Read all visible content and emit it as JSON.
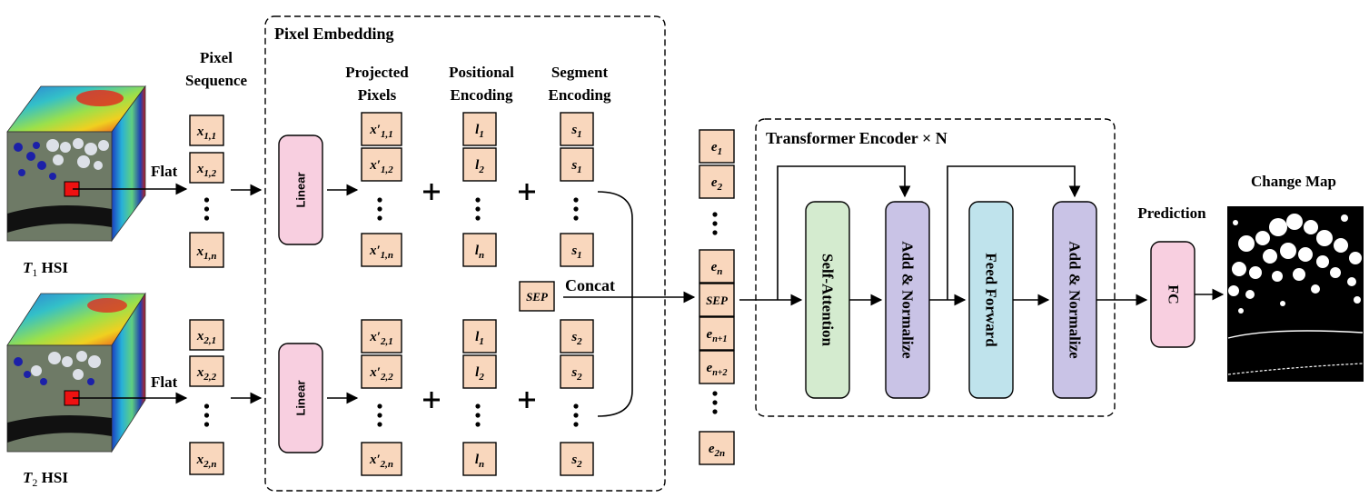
{
  "title": "",
  "labels": {
    "pixel_sequence": [
      "Pixel",
      "Sequence"
    ],
    "pixel_embedding": "Pixel Embedding",
    "projected_pixels": [
      "Projected",
      "Pixels"
    ],
    "positional_encoding": [
      "Positional",
      "Encoding"
    ],
    "segment_encoding": [
      "Segment",
      "Encoding"
    ],
    "flat": "Flat",
    "concat": "Concat",
    "t1_hsi": [
      "T",
      "1",
      " HSI"
    ],
    "t2_hsi": [
      "T",
      "2",
      " HSI"
    ],
    "transformer_encoder": "Transformer Encoder × N",
    "prediction": "Prediction",
    "change_map": "Change Map"
  },
  "blocks": {
    "linear": "Linear",
    "self_attention": "Self-Attention",
    "add_normalize": "Add & Normalize",
    "feed_forward": "Feed Forward",
    "fc": "FC"
  },
  "tokens": {
    "seq1": [
      [
        "x",
        "1,1"
      ],
      [
        "x",
        "1,2"
      ],
      [
        "x",
        "1,n"
      ]
    ],
    "seq2": [
      [
        "x",
        "2,1"
      ],
      [
        "x",
        "2,2"
      ],
      [
        "x",
        "2,n"
      ]
    ],
    "proj1": [
      [
        "x′",
        "1,1"
      ],
      [
        "x′",
        "1,2"
      ],
      [
        "x′",
        "1,n"
      ]
    ],
    "proj2": [
      [
        "x′",
        "2,1"
      ],
      [
        "x′",
        "2,2"
      ],
      [
        "x′",
        "2,n"
      ]
    ],
    "pos1": [
      [
        "l",
        "1"
      ],
      [
        "l",
        "2"
      ],
      [
        "l",
        "n"
      ]
    ],
    "pos2": [
      [
        "l",
        "1"
      ],
      [
        "l",
        "2"
      ],
      [
        "l",
        "n"
      ]
    ],
    "seg1": [
      [
        "s",
        "1"
      ],
      [
        "s",
        "1"
      ],
      [
        "s",
        "1"
      ]
    ],
    "seg2": [
      [
        "s",
        "2"
      ],
      [
        "s",
        "2"
      ],
      [
        "s",
        "2"
      ]
    ],
    "sep": "SEP",
    "embed_top": [
      [
        "e",
        "1"
      ],
      [
        "e",
        "2"
      ]
    ],
    "embed_mid": [
      [
        "e",
        "n"
      ],
      [
        "SEP",
        ""
      ],
      [
        "e",
        "n+1"
      ],
      [
        "e",
        "n+2"
      ]
    ],
    "embed_bottom": [
      [
        "e",
        "2n"
      ]
    ]
  },
  "colors": {
    "token_fill": "#f9d7bd",
    "linear_fill": "#f8cfe0",
    "self_attention_fill": "#d4ebcf",
    "add_normalize_fill": "#c9c3e6",
    "feed_forward_fill": "#bfe3ec",
    "fc_fill": "#f8cfe0"
  }
}
